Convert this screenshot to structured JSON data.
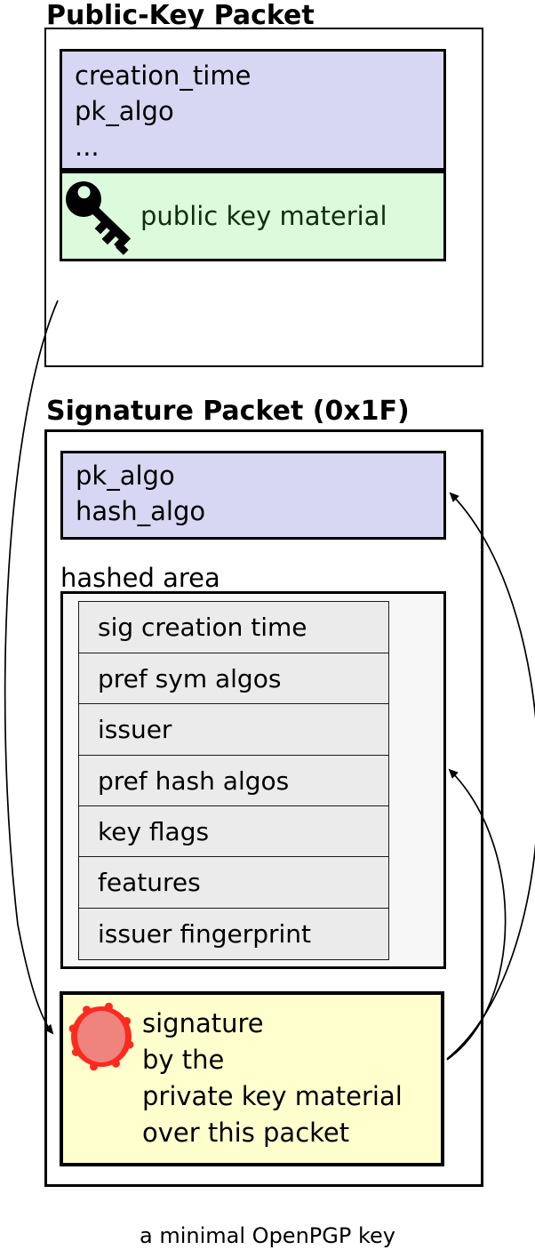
{
  "public_key_packet": {
    "title": "Public-Key Packet",
    "fields": [
      "creation_time",
      "pk_algo",
      "..."
    ],
    "material_label": "public key material",
    "material_icon": "key-icon"
  },
  "signature_packet": {
    "title": "Signature Packet (0x1F)",
    "fields": [
      "pk_algo",
      "hash_algo"
    ],
    "hashed_area_label": "hashed area",
    "hashed_subpackets": [
      "sig creation time",
      "pref sym algos",
      "issuer",
      "pref hash algos",
      "key flags",
      "features",
      "issuer fingerprint"
    ],
    "signature_lines": [
      "signature",
      "by the",
      "private key material",
      "over this packet"
    ],
    "signature_icon": "seal-icon"
  },
  "caption": "a minimal OpenPGP key",
  "colors": {
    "fields_bg": "#d7d7f4",
    "material_bg": "#dcfbdc",
    "material_text": "#0d300d",
    "hashed_area_bg": "#f7f7f7",
    "subpacket_row_bg": "#ebebeb",
    "signature_bg": "#ffffce",
    "seal_outer": "#fb2b20",
    "seal_inner": "#ef837d",
    "border": "#000000"
  }
}
